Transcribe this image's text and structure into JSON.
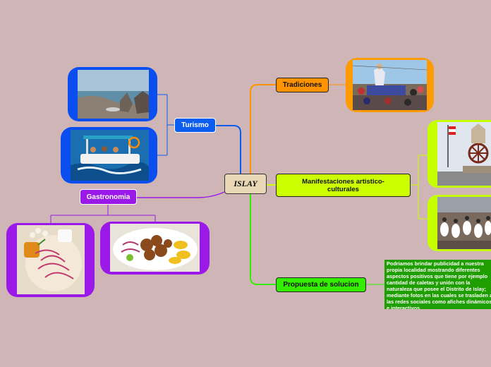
{
  "central": {
    "label": "ISLAY"
  },
  "branches": {
    "tradiciones": {
      "label": "Tradiciones"
    },
    "manifestaciones": {
      "label": "Manifestaciones artistico-culturales"
    },
    "propuesta": {
      "label": "Propuesta de solucion",
      "note": "Podriamos brindar publicidad a nuestra propia localidad mostrando diferentes aspectos positivos que tiene por ejemplo cantidad de caletas y unión con la naturaleza que posee el Distrito de Islay; mediante fotos en las cuales se trasladen a las redes sociales como afiches dinámicos e interactivos."
    },
    "turismo": {
      "label": "Turismo"
    },
    "gastronomia": {
      "label": "Gastronomia"
    }
  },
  "images": {
    "coast": "coastline-photo",
    "boat": "tour-boat-photo",
    "procession": "religious-procession-photo",
    "monument": "monument-plaza-photo",
    "dancers": "street-dancers-photo",
    "ceviche": "ceviche-dish-photo",
    "chicharron": "chicharron-dish-photo"
  },
  "colors": {
    "background": "#cfb5b5",
    "turismo": "#0b5df0",
    "tradiciones": "#ff9400",
    "manifestaciones": "#ccff00",
    "propuesta": "#33ee00",
    "gastronomia": "#9a19e8",
    "central": "#e8d6b4"
  }
}
